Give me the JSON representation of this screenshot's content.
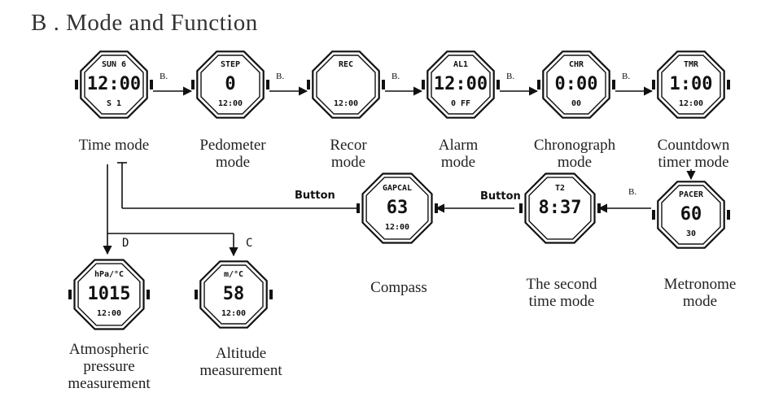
{
  "title": "B . Mode and Function",
  "watches": [
    {
      "id": "time",
      "label": "Time mode",
      "lines": [
        "SUN 6",
        "12:00",
        "S 1"
      ]
    },
    {
      "id": "pedometer",
      "label": "Pedometer\nmode",
      "lines": [
        "STEP",
        "0",
        "12:00"
      ]
    },
    {
      "id": "recor",
      "label": "Recor\nmode",
      "lines": [
        "REC",
        "",
        "12:00"
      ]
    },
    {
      "id": "alarm",
      "label": "Alarm\nmode",
      "lines": [
        "AL1",
        "12:00",
        "0 FF"
      ]
    },
    {
      "id": "chronograph",
      "label": "Chronograph\nmode",
      "lines": [
        "CHR",
        "0:00",
        "00"
      ]
    },
    {
      "id": "countdown",
      "label": "Countdown\ntimer mode",
      "lines": [
        "TMR",
        "1:00",
        "12:00"
      ]
    },
    {
      "id": "metronome",
      "label": "Metronome\nmode",
      "lines": [
        "PACER",
        "60",
        "30"
      ]
    },
    {
      "id": "second-time",
      "label": "The second\ntime mode",
      "lines": [
        "T2",
        "8:37",
        ""
      ]
    },
    {
      "id": "compass",
      "label": "Compass",
      "lines": [
        "GAPCAL",
        "63",
        "12:00"
      ]
    },
    {
      "id": "atmospheric",
      "label": "Atmospheric\npressure\nmeasurement",
      "lines": [
        "hPa/°C",
        "1015",
        "12:00"
      ]
    },
    {
      "id": "altitude",
      "label": "Altitude\nmeasurement",
      "lines": [
        "m/°C",
        "58",
        "12:00"
      ]
    }
  ],
  "button_labels": {
    "b": "B.",
    "button": "Button",
    "d": "D",
    "c": "C"
  },
  "colors": {
    "line": "#111111",
    "bezel_fill": "#ffffff"
  }
}
